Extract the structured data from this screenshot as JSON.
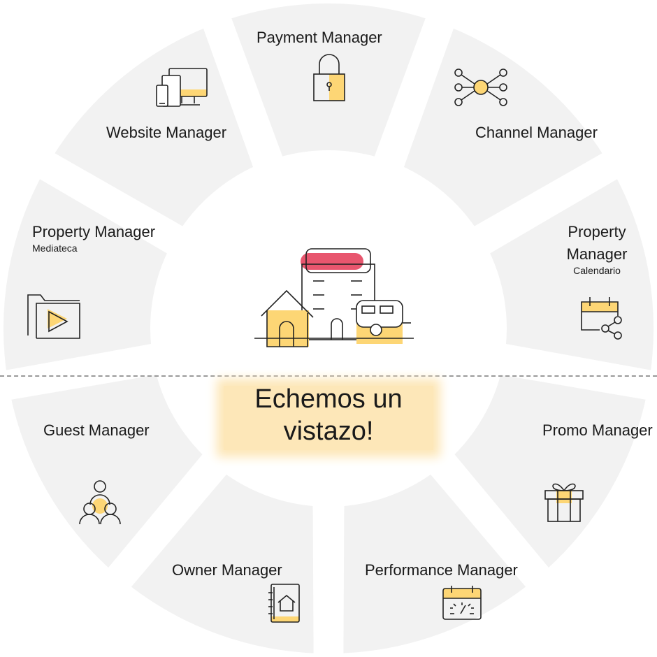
{
  "colors": {
    "segment": "#f2f2f2",
    "accent": "#fdd675",
    "pink": "#e8566e",
    "stroke": "#222222"
  },
  "segments": [
    {
      "id": "payment",
      "title": "Payment Manager",
      "icon": "padlock-icon"
    },
    {
      "id": "channel",
      "title": "Channel Manager",
      "icon": "network-nodes-icon"
    },
    {
      "id": "calendario",
      "title": "Property Manager",
      "subtitle": "Calendario",
      "icon": "calendar-share-icon"
    },
    {
      "id": "promo",
      "title": "Promo Manager",
      "icon": "gift-icon"
    },
    {
      "id": "performance",
      "title": "Performance Manager",
      "icon": "speedometer-icon"
    },
    {
      "id": "owner",
      "title": "Owner Manager",
      "icon": "address-book-home-icon"
    },
    {
      "id": "guest",
      "title": "Guest Manager",
      "icon": "people-group-icon"
    },
    {
      "id": "mediateca",
      "title": "Property Manager",
      "subtitle": "Mediateca",
      "icon": "folder-play-icon"
    },
    {
      "id": "website",
      "title": "Website Manager",
      "icon": "devices-icon"
    }
  ],
  "center": {
    "icon": "properties-illustration",
    "cta": "Echemos un vistazo!"
  }
}
